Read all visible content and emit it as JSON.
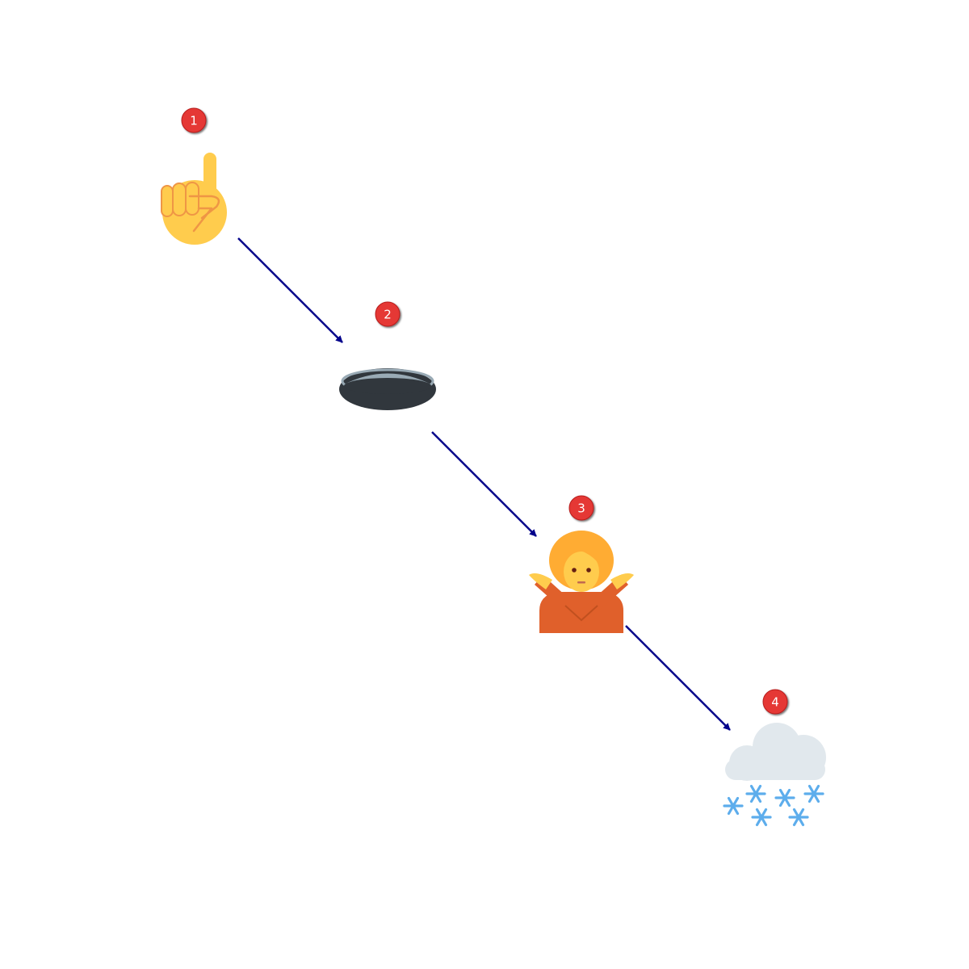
{
  "diagram": {
    "steps": [
      {
        "badge": "1",
        "icon": "index-pointing-up-icon",
        "meaning": "one"
      },
      {
        "badge": "2",
        "icon": "hole-icon",
        "meaning": "hole"
      },
      {
        "badge": "3",
        "icon": "person-gesturing-no-icon",
        "meaning": "no"
      },
      {
        "badge": "4",
        "icon": "cloud-with-snow-icon",
        "meaning": "snow"
      }
    ],
    "colors": {
      "arrow": "#00008b",
      "badge": "#e53935",
      "badge_text": "#ffffff",
      "skin": "#ffcc4d",
      "skin_line": "#ef9645",
      "hole": "#31373d",
      "hole_rim": "#99aab5",
      "hair": "#ffac33",
      "shirt": "#e0602b",
      "cloud": "#e1e8ed",
      "snowflake": "#5dadec"
    }
  }
}
